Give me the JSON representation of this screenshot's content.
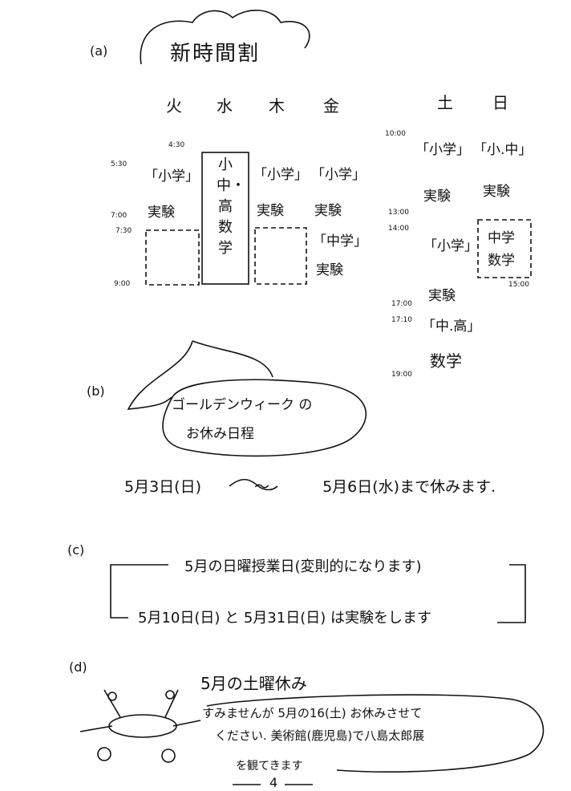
{
  "sections": {
    "a": {
      "label": "(a)",
      "title": "新時間割"
    },
    "b": {
      "label": "(b)",
      "bubble_line1": "ゴールデンウィーク の",
      "bubble_line2": "お休み日程",
      "date_line": "5月3日(日) 〜 5月6日(水)まで休みます."
    },
    "c": {
      "label": "(c)",
      "line1": "5月の日曜授業日(変則的になります)",
      "line2": "5月10日(日) と 5月31日(日) は実験をします"
    },
    "d": {
      "label": "(d)",
      "title": "5月の土曜休み",
      "line1": "すみませんが 5月の16(土) お休みさせて",
      "line2": "ください. 美術館(鹿児島)で八島太郎展",
      "line3": "を観てきます"
    }
  },
  "timetable_left": {
    "days": [
      "火",
      "水",
      "木",
      "金"
    ],
    "times": [
      "4:30",
      "5:30",
      "7:00",
      "7:30",
      "9:00"
    ],
    "tue_top": "「小学」",
    "tue_mid": "実験",
    "wed_col": "小中・高数学",
    "thu_top": "「小学」",
    "thu_mid": "実験",
    "fri_top": "「小学」",
    "fri_mid": "実験",
    "fri_low1": "「中学」",
    "fri_low2": "実験"
  },
  "timetable_right": {
    "days": [
      "土",
      "日"
    ],
    "times": [
      "10:00",
      "13:00",
      "14:00",
      "15:00",
      "17:00",
      "17:10",
      "19:00"
    ],
    "sat1": "「小学」",
    "sun1": "「小.中」",
    "sat_exp": "実験",
    "sun_exp": "実験",
    "sat2": "「小学」",
    "sun_box1": "中学",
    "sun_box2": "数学",
    "exp2": "実験",
    "chuko": "「中.高」",
    "math": "数学"
  },
  "page_number": "4"
}
